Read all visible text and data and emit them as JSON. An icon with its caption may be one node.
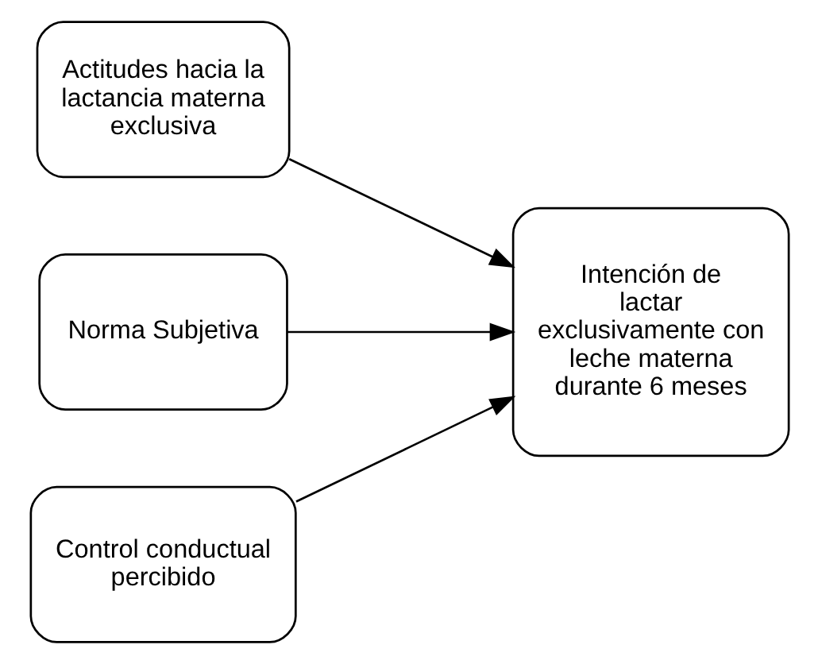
{
  "diagram": {
    "nodes": [
      {
        "text": [
          "Actitudes hacia la lactancia materna exclusiva"
        ]
      },
      {
        "text": [
          "Norma Subjetiva"
        ]
      },
      {
        "text": [
          "Control conductual percibido"
        ]
      },
      {
        "text": [
          "Intención de lactar exclusivamente con leche materna durante 6 meses"
        ]
      }
    ],
    "edges": [
      {
        "from": 0,
        "to": 3,
        "arrow": "to"
      },
      {
        "from": 1,
        "to": 3,
        "arrow": "to"
      },
      {
        "from": 2,
        "to": 3,
        "arrow": "to"
      }
    ]
  }
}
